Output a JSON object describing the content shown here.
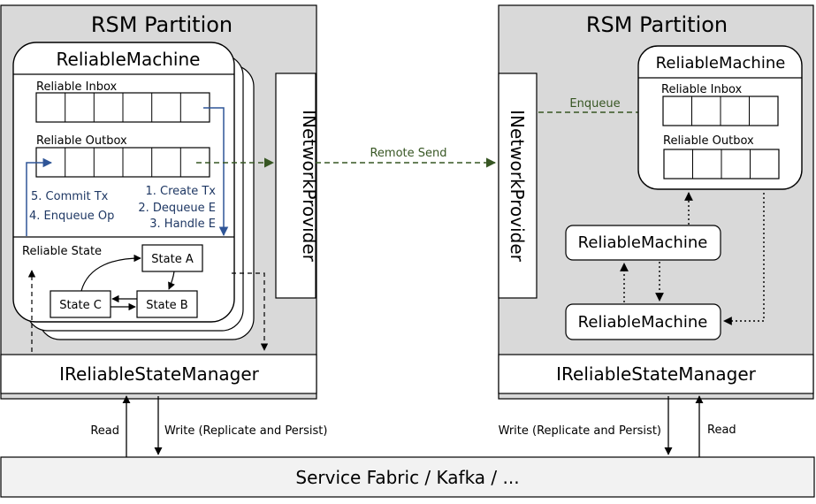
{
  "left_partition": {
    "title": "RSM Partition",
    "machine_title": "ReliableMachine",
    "inbox_label": "Reliable Inbox",
    "outbox_label": "Reliable Outbox",
    "state_label": "Reliable State",
    "steps_left": [
      "5. Commit Tx",
      "4. Enqueue Op"
    ],
    "steps_right": [
      "1. Create Tx",
      "2. Dequeue E",
      "3. Handle E"
    ],
    "states": [
      "State A",
      "State B",
      "State C"
    ],
    "network_provider": "INetworkProvider",
    "state_manager": "IReliableStateManager"
  },
  "right_partition": {
    "title": "RSM Partition",
    "network_provider": "INetworkProvider",
    "machine_title": "ReliableMachine",
    "inbox_label": "Reliable Inbox",
    "outbox_label": "Reliable Outbox",
    "machine_2": "ReliableMachine",
    "machine_3": "ReliableMachine",
    "enqueue_label": "Enqueue",
    "state_manager": "IReliableStateManager"
  },
  "remote_send_label": "Remote Send",
  "storage": {
    "label": "Service Fabric / Kafka / ...",
    "left_read": "Read",
    "left_write": "Write (Replicate and Persist)",
    "right_write": "Write (Replicate and Persist)",
    "right_read": "Read"
  },
  "colors": {
    "partition_bg": "#d9d9d9",
    "border": "#000000",
    "blue_flow": "#2f5597",
    "green_flow": "#375623",
    "step_text": "#1f3864"
  }
}
